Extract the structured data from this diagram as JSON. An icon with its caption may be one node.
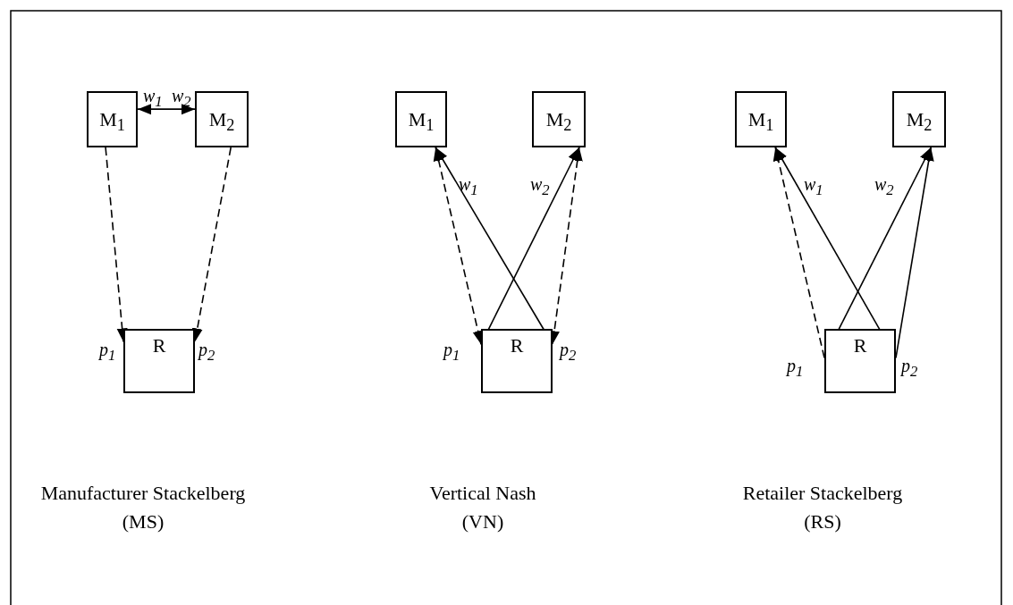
{
  "diagram": {
    "nodes": [
      {
        "text": [
          "M$_{1}$"
        ]
      },
      {
        "text": [
          "M$_{2}$"
        ]
      },
      {
        "text": [
          "R"
        ]
      },
      {
        "text": [
          "M$_{1}$"
        ]
      },
      {
        "text": [
          "M$_{2}$"
        ]
      },
      {
        "text": [
          "R"
        ]
      },
      {
        "text": [
          "M$_{1}$"
        ]
      },
      {
        "text": [
          "M$_{2}$"
        ]
      },
      {
        "text": [
          "R"
        ]
      }
    ],
    "edges": [
      {
        "from": 0,
        "to": 1,
        "arrow": "both"
      },
      {
        "from": 0,
        "to": 2,
        "arrow": "to",
        "style": "dashed"
      },
      {
        "from": 1,
        "to": 2,
        "arrow": "to",
        "style": "dashed"
      },
      {
        "from": 3,
        "to": 5,
        "arrow": "both",
        "style": "dashed"
      },
      {
        "from": 3,
        "to": 5,
        "arrow": "both"
      },
      {
        "from": 4,
        "to": 5,
        "arrow": "both"
      },
      {
        "from": 4,
        "to": 5,
        "arrow": "both",
        "style": "dashed"
      },
      {
        "from": 8,
        "to": 6,
        "arrow": "to",
        "style": "dashed"
      },
      {
        "from": 8,
        "to": 6,
        "arrow": "to"
      },
      {
        "from": 8,
        "to": 7,
        "arrow": "to"
      },
      {
        "from": 8,
        "to": 7,
        "arrow": "to"
      }
    ],
    "labels": [
      "w$_{1}$",
      "w$_{2}$",
      "p$_{1}$",
      "p$_{2}$",
      "w$_{1}$",
      "w$_{2}$",
      "p$_{1}$",
      "p$_{2}$",
      "w$_{1}$",
      "w$_{2}$",
      "p$_{1}$",
      "p$_{2}$",
      "Manufacturer Stackelberg (MS)",
      "Vertical Nash (VN)",
      "Retailer Stackelberg (RS)"
    ]
  }
}
